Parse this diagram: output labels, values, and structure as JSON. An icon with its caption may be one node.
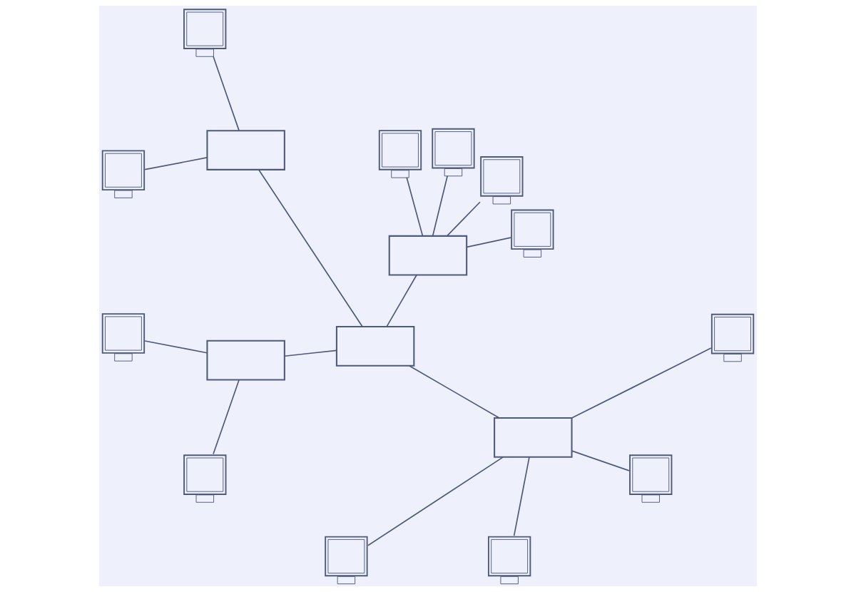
{
  "diagram": {
    "nodes": [
      {
        "text": [],
        "shape": "monitor"
      },
      {
        "text": [],
        "shape": "monitor"
      },
      {
        "text": [],
        "shape": "box"
      },
      {
        "text": [],
        "shape": "box"
      },
      {
        "text": [],
        "shape": "monitor"
      },
      {
        "text": [],
        "shape": "monitor"
      },
      {
        "text": [],
        "shape": "box"
      },
      {
        "text": [],
        "shape": "box"
      },
      {
        "text": [],
        "shape": "box"
      },
      {
        "text": [],
        "shape": "monitor"
      },
      {
        "text": [],
        "shape": "monitor"
      },
      {
        "text": [],
        "shape": "monitor"
      },
      {
        "text": [],
        "shape": "monitor"
      },
      {
        "text": [],
        "shape": "monitor"
      },
      {
        "text": [],
        "shape": "monitor"
      },
      {
        "text": [],
        "shape": "monitor"
      },
      {
        "text": [],
        "shape": "monitor"
      }
    ],
    "edges": [
      {
        "from": 6,
        "to": 2,
        "arrow": "none"
      },
      {
        "from": 6,
        "to": 3,
        "arrow": "none"
      },
      {
        "from": 6,
        "to": 7,
        "arrow": "none"
      },
      {
        "from": 6,
        "to": 8,
        "arrow": "none"
      },
      {
        "from": 2,
        "to": 0,
        "arrow": "none"
      },
      {
        "from": 2,
        "to": 4,
        "arrow": "none"
      },
      {
        "from": 3,
        "to": 1,
        "arrow": "none"
      },
      {
        "from": 3,
        "to": 5,
        "arrow": "none"
      },
      {
        "from": 7,
        "to": 9,
        "arrow": "none"
      },
      {
        "from": 7,
        "to": 11,
        "arrow": "none"
      },
      {
        "from": 7,
        "to": 12,
        "arrow": "none"
      },
      {
        "from": 7,
        "to": 13,
        "arrow": "none"
      },
      {
        "from": 8,
        "to": 14,
        "arrow": "none"
      },
      {
        "from": 8,
        "to": 15,
        "arrow": "none"
      },
      {
        "from": 8,
        "to": 16,
        "arrow": "none"
      },
      {
        "from": 8,
        "to": 10,
        "arrow": "none"
      }
    ]
  }
}
